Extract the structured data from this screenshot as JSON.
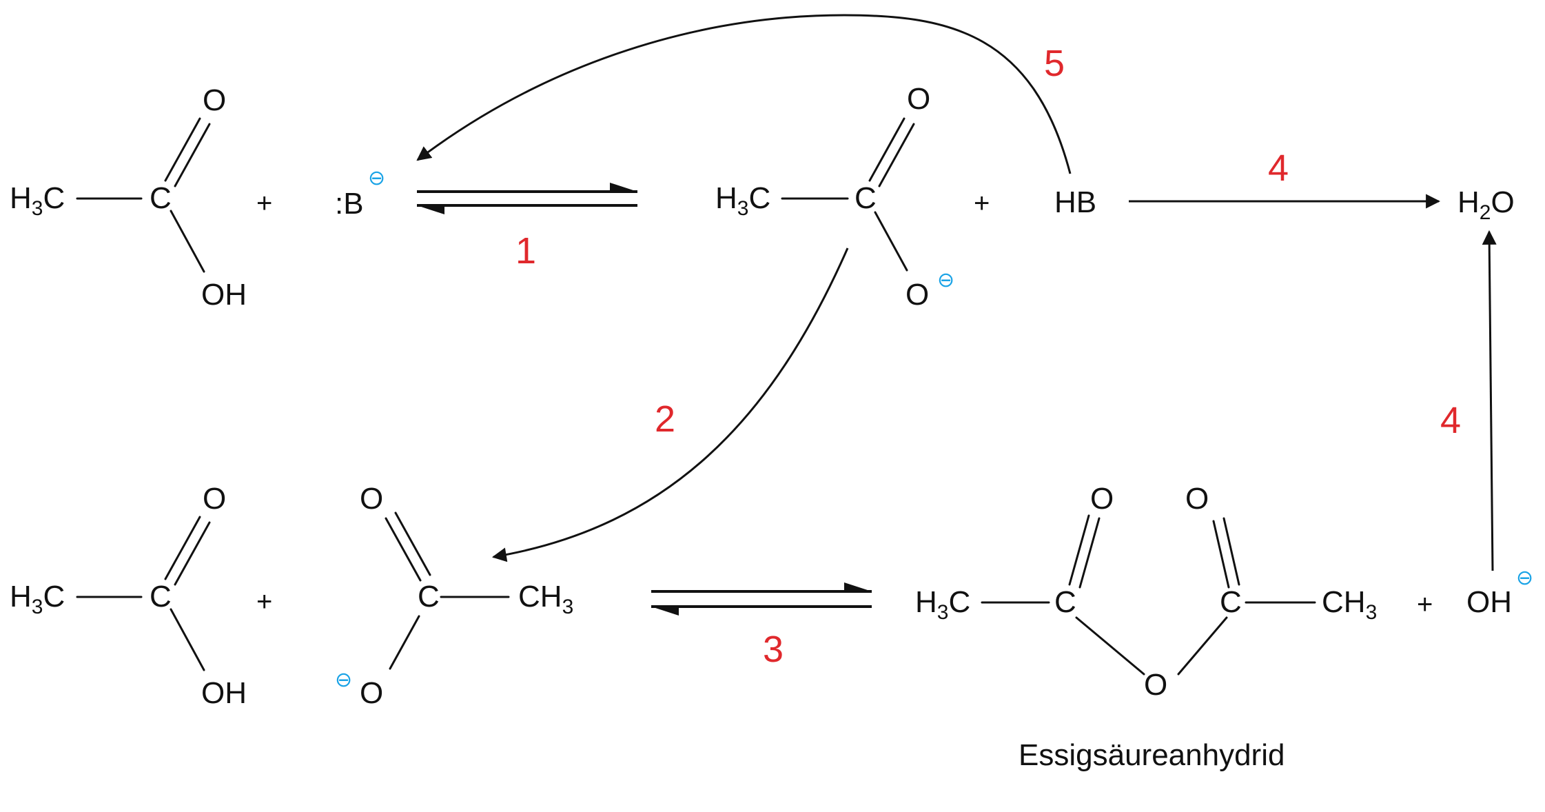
{
  "labels": {
    "h": "H",
    "three": "3",
    "two": "2",
    "c": "C",
    "o": "O",
    "oh": "OH",
    "hb": "HB",
    "base": ":B",
    "plus": "+",
    "minus": "⊖"
  },
  "steps": {
    "s1": "1",
    "s2": "2",
    "s3": "3",
    "s4a": "4",
    "s4b": "4",
    "s5": "5"
  },
  "caption": "Essigsäureanhydrid",
  "colors": {
    "step_red": "#e0282c",
    "charge_blue": "#1aa3e6",
    "ink": "#111111"
  }
}
